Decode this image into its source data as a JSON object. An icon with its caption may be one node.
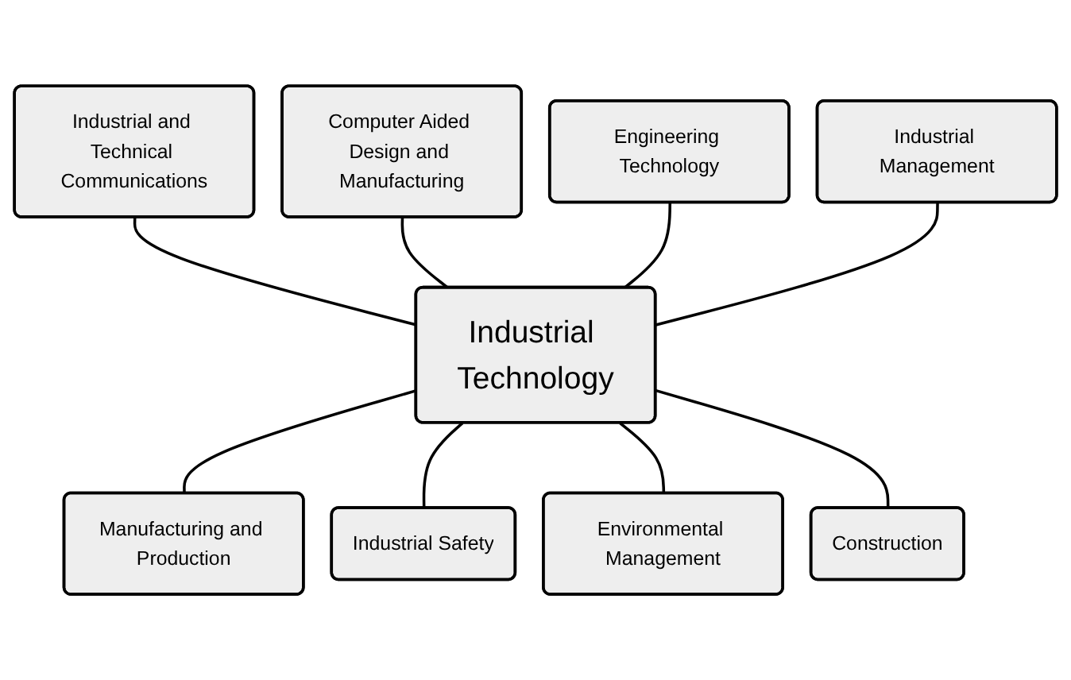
{
  "diagram": {
    "nodes": [
      {
        "text": [
          "Computer Aided Design and Manufacturing"
        ]
      },
      {
        "text": [
          "Industrial and Technical Communications"
        ]
      },
      {
        "text": [
          "Engineering Technology"
        ]
      },
      {
        "text": [
          "Industrial Management"
        ]
      },
      {
        "text": [
          "Industrial Technology"
        ]
      },
      {
        "text": [
          "Manufacturing and Production"
        ]
      },
      {
        "text": [
          "Industrial Safety"
        ]
      },
      {
        "text": [
          "Environmental Management"
        ]
      },
      {
        "text": [
          "Construction"
        ]
      }
    ],
    "edges": [
      {
        "from": 1,
        "to": 4,
        "arrow": "none"
      },
      {
        "from": 0,
        "to": 4,
        "arrow": "none"
      },
      {
        "from": 2,
        "to": 4,
        "arrow": "none"
      },
      {
        "from": 3,
        "to": 4,
        "arrow": "none"
      },
      {
        "from": 4,
        "to": 5,
        "arrow": "none"
      },
      {
        "from": 4,
        "to": 6,
        "arrow": "none"
      },
      {
        "from": 4,
        "to": 7,
        "arrow": "none"
      },
      {
        "from": 4,
        "to": 8,
        "arrow": "none"
      }
    ]
  }
}
